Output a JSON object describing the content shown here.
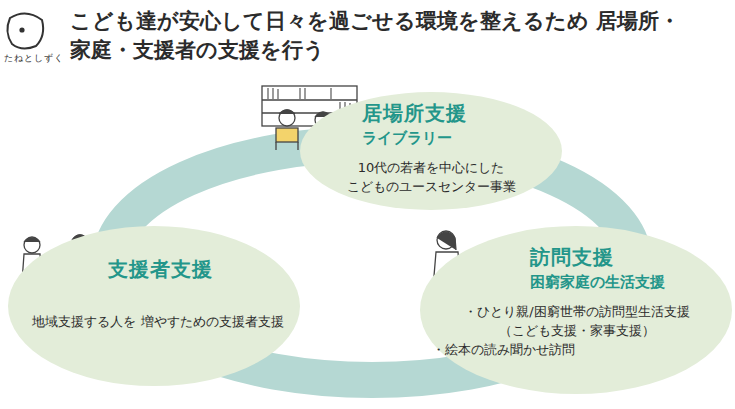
{
  "diagram": {
    "title": "こども達が安心して日々を過ごせる環境を整えるため 居場所・家庭・支援者の支援を行う",
    "nodes": [
      {
        "text": [
          "居場所支援",
          "ライブラリー",
          "10代の若者を中心にした こどものユースセンター事業"
        ]
      },
      {
        "text": [
          "訪問支援",
          "困窮家庭の生活支援",
          "・ひとり親/困窮世帯の訪問型生活支援 （こども支援・家事支援）",
          "・絵本の読み聞かせ訪問"
        ]
      },
      {
        "text": [
          "支援者支援",
          "地域支援する人を 増やすための支援者支援"
        ]
      }
    ],
    "labels": [
      "たねとしずく"
    ]
  }
}
